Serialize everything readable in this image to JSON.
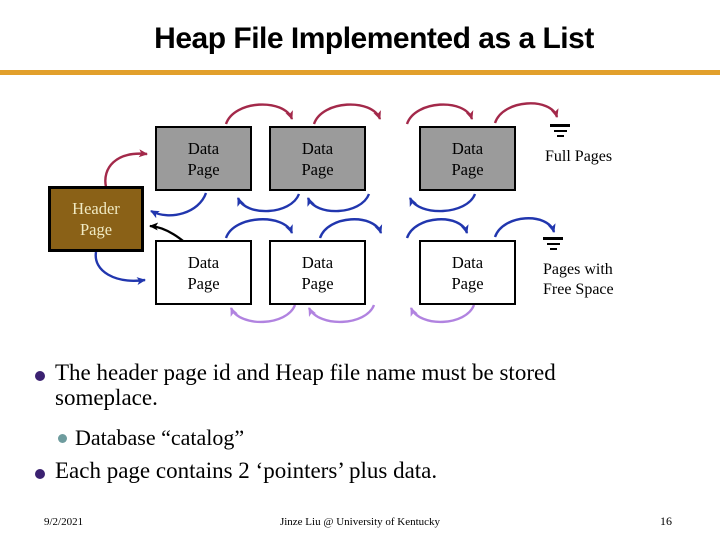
{
  "slide": {
    "title": "Heap File Implemented as a List",
    "footer": {
      "date": "9/2/2021",
      "credit": "Jinze Liu @ University of Kentucky",
      "page_number": "16"
    }
  },
  "diagram": {
    "header_box": {
      "line1": "Header",
      "line2": "Page"
    },
    "data_box": {
      "line1": "Data",
      "line2": "Page"
    },
    "full_pages_label": "Full Pages",
    "free_pages_label_line1": "Pages with",
    "free_pages_label_line2": "Free Space",
    "colors": {
      "accent_rule": "#E2A02C",
      "header_fill": "#8A6117",
      "header_text": "#F0EAC3",
      "full_box_fill": "#9B9B9B",
      "free_box_fill": "#FFFFFF",
      "full_list_arrow_red": "#A3294A",
      "free_list_arrow_blue": "#2136AE",
      "free_back_arrow_purple": "#B183E0",
      "black_arrow": "#000000",
      "bullet_primary": "#3B2171",
      "bullet_secondary": "#6E9C9E"
    }
  },
  "bullets": [
    {
      "level": 1,
      "lines": [
        "The header page id and Heap file name must be stored",
        "someplace."
      ]
    },
    {
      "level": 2,
      "lines": [
        "Database “catalog”"
      ]
    },
    {
      "level": 1,
      "lines": [
        "Each page contains 2 ‘pointers’ plus data."
      ]
    }
  ]
}
